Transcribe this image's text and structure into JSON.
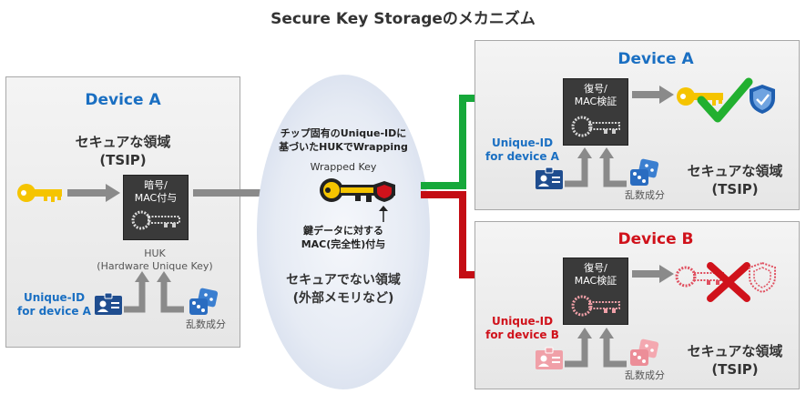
{
  "title": "Secure Key Storageのメカニズム",
  "left": {
    "device": "Device A",
    "secure_line1": "セキュアな領域",
    "secure_line2": "(TSIP)",
    "box_line1": "暗号/",
    "box_line2": "MAC付与",
    "huk_line1": "HUK",
    "huk_line2": "(Hardware Unique Key)",
    "uid_line1": "Unique-ID",
    "uid_line2": "for device A",
    "random": "乱数成分"
  },
  "middle": {
    "top_line1": "チップ固有のUnique-IDに",
    "top_line2": "基づいたHUKでWrapping",
    "wrapped": "Wrapped Key",
    "mac_line1": "鍵データに対する",
    "mac_line2": "MAC(完全性)付与",
    "insecure_line1": "セキュアでない領域",
    "insecure_line2": "(外部メモリなど)"
  },
  "right_a": {
    "device": "Device A",
    "box_line1": "復号/",
    "box_line2": "MAC検証",
    "uid_line1": "Unique-ID",
    "uid_line2": "for device A",
    "random": "乱数成分",
    "secure_line1": "セキュアな領域",
    "secure_line2": "(TSIP)"
  },
  "right_b": {
    "device": "Device B",
    "box_line1": "復号/",
    "box_line2": "MAC検証",
    "uid_line1": "Unique-ID",
    "uid_line2": "for device B",
    "random": "乱数成分",
    "secure_line1": "セキュアな領域",
    "secure_line2": "(TSIP)"
  },
  "colors": {
    "device_a": "#1a6fc2",
    "device_b": "#d0121b",
    "key": "#f5c400",
    "green_arrow": "#16a83a",
    "red_arrow": "#c40d14",
    "gray_arrow": "#8a8a8a"
  }
}
